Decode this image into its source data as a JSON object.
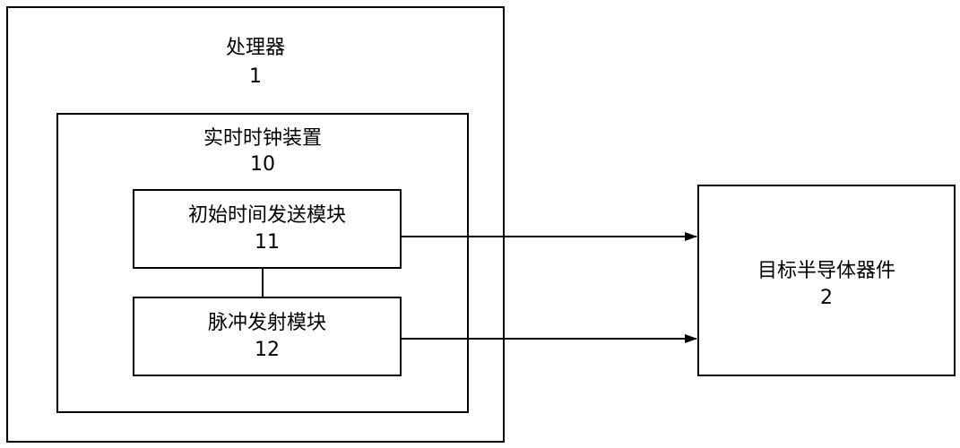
{
  "diagram": {
    "processor": {
      "name": "处理器",
      "number": "1"
    },
    "rtc_device": {
      "name": "实时时钟装置",
      "number": "10"
    },
    "init_time_module": {
      "name": "初始时间发送模块",
      "number": "11"
    },
    "pulse_module": {
      "name": "脉冲发射模块",
      "number": "12"
    },
    "target_device": {
      "name": "目标半导体器件",
      "number": "2"
    }
  },
  "connections": [
    {
      "from": "init_time_module",
      "to": "target_device",
      "type": "arrow"
    },
    {
      "from": "pulse_module",
      "to": "target_device",
      "type": "arrow"
    },
    {
      "from": "init_time_module",
      "to": "pulse_module",
      "type": "line"
    }
  ],
  "colors": {
    "stroke": "#000000",
    "background": "#ffffff"
  }
}
